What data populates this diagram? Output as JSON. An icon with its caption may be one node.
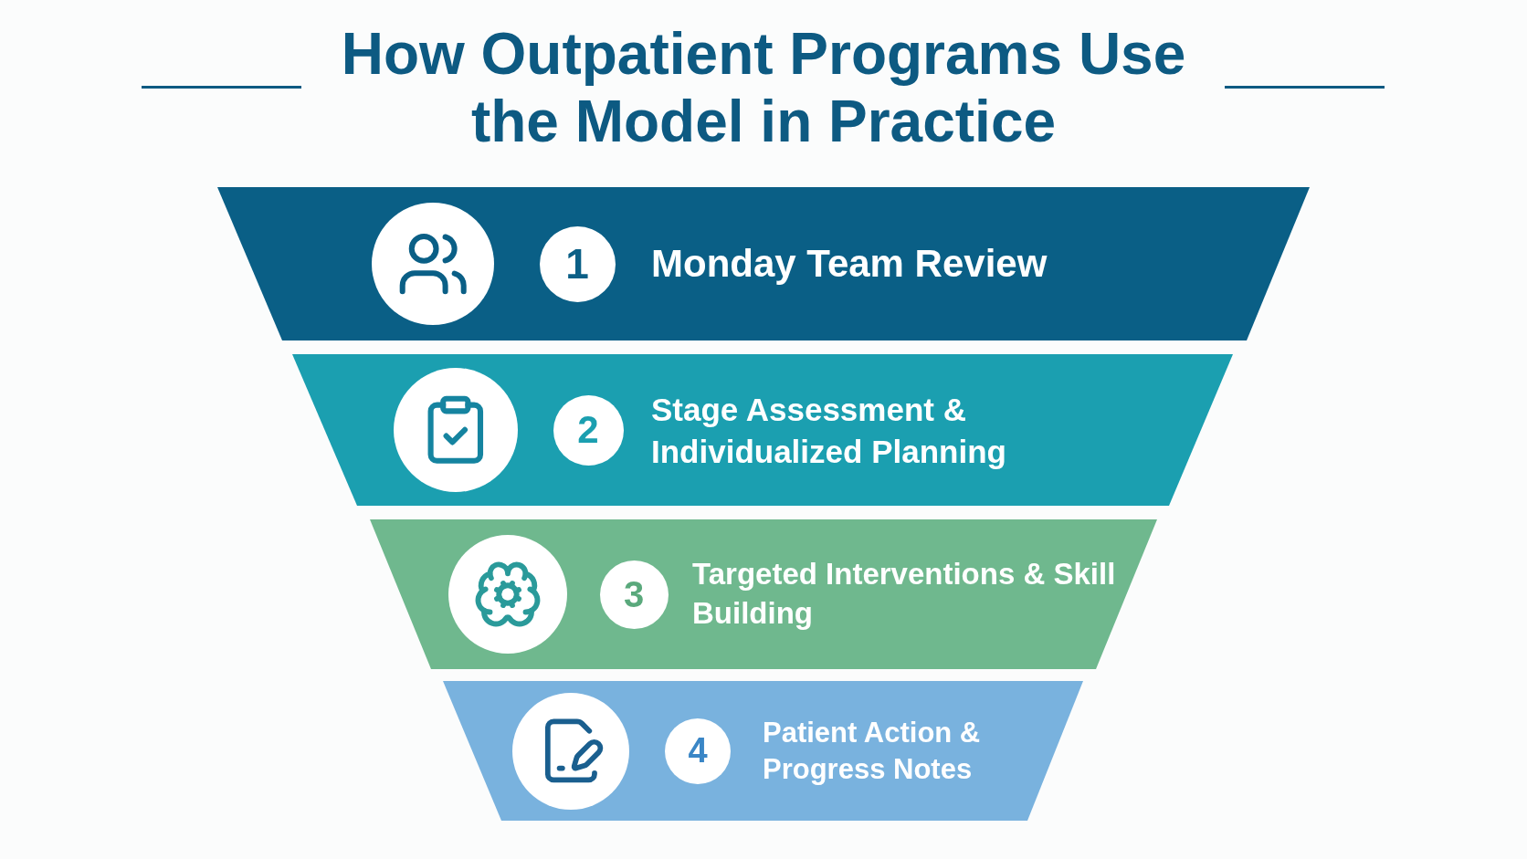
{
  "diagram": {
    "title": "How Outpatient Programs Use the Model in Practice",
    "nodes": [
      {
        "text": [
          "Monday Team Review"
        ]
      },
      {
        "text": [
          "1"
        ],
        "in": 0
      },
      {
        "text": [
          "Stage Assessment & Individualized Planning"
        ]
      },
      {
        "text": [
          "2"
        ],
        "in": 2
      },
      {
        "text": [
          "Targeted Interventions & Skill Building"
        ]
      },
      {
        "text": [
          "3"
        ],
        "in": 4
      },
      {
        "text": [
          "Patient Action & Progress Notes"
        ]
      },
      {
        "text": [
          "4"
        ],
        "in": 6
      }
    ]
  }
}
